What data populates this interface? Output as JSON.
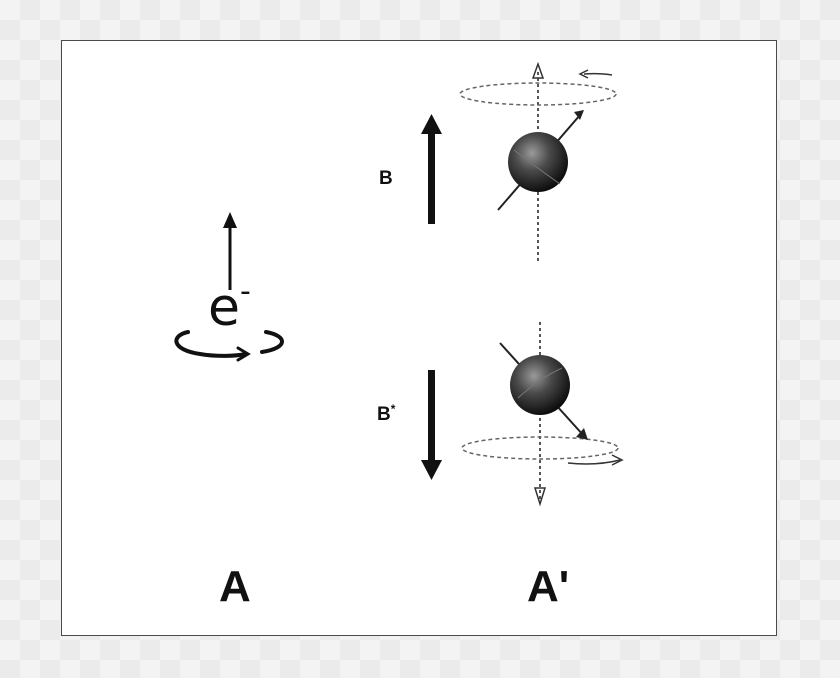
{
  "labels": {
    "field_up": "B",
    "field_down": "B",
    "field_down_mark": "*",
    "electron": "e",
    "electron_charge": "-",
    "panel_left": "A",
    "panel_right": "A'"
  },
  "colors": {
    "ink": "#111111",
    "sphere_dark": "#1e1e1e",
    "sphere_light": "#8a8a8a",
    "dashed": "#555555",
    "frame": "#4a4a4a"
  }
}
